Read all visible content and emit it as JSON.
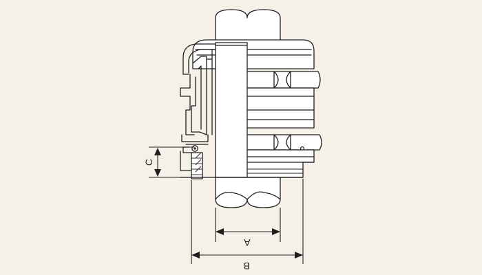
{
  "diagram": {
    "labels": {
      "a": "A",
      "b": "B",
      "c": "C"
    },
    "colors": {
      "background": "#f5f1e8",
      "line": "#1e1e1e",
      "fill": "#ffffff"
    }
  }
}
